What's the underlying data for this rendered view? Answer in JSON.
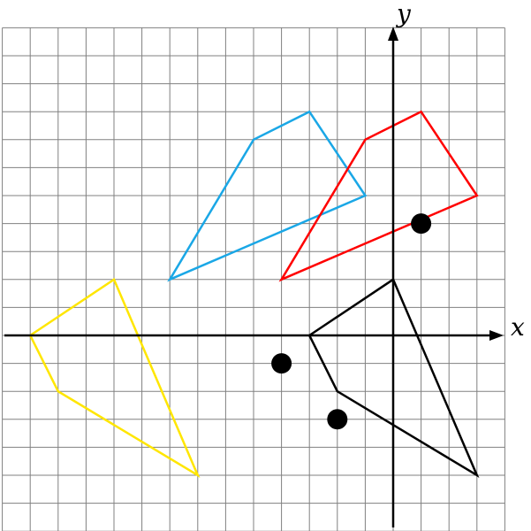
{
  "axes": {
    "x_label": "x",
    "y_label": "y"
  },
  "grid": {
    "x_range": [
      -14,
      4
    ],
    "y_range": [
      -7,
      11
    ],
    "step": 1,
    "color": "#808080"
  },
  "shapes": [
    {
      "name": "yellow-quadrilateral",
      "color": "#ffe600",
      "points": [
        [
          -13,
          0
        ],
        [
          -10,
          2
        ],
        [
          -7,
          -5
        ],
        [
          -12,
          -2
        ]
      ]
    },
    {
      "name": "blue-quadrilateral",
      "color": "#1aa7e6",
      "points": [
        [
          -8,
          2
        ],
        [
          -5,
          7
        ],
        [
          -3,
          8
        ],
        [
          -1,
          5
        ]
      ]
    },
    {
      "name": "red-quadrilateral",
      "color": "#ff0000",
      "points": [
        [
          -4,
          2
        ],
        [
          -1,
          7
        ],
        [
          1,
          8
        ],
        [
          3,
          5
        ]
      ]
    },
    {
      "name": "black-quadrilateral",
      "color": "#000000",
      "points": [
        [
          -3,
          0
        ],
        [
          0,
          2
        ],
        [
          3,
          -5
        ],
        [
          -2,
          -2
        ]
      ]
    }
  ],
  "dots": [
    [
      1,
      4
    ],
    [
      -4,
      -1
    ],
    [
      -2,
      -3
    ]
  ]
}
